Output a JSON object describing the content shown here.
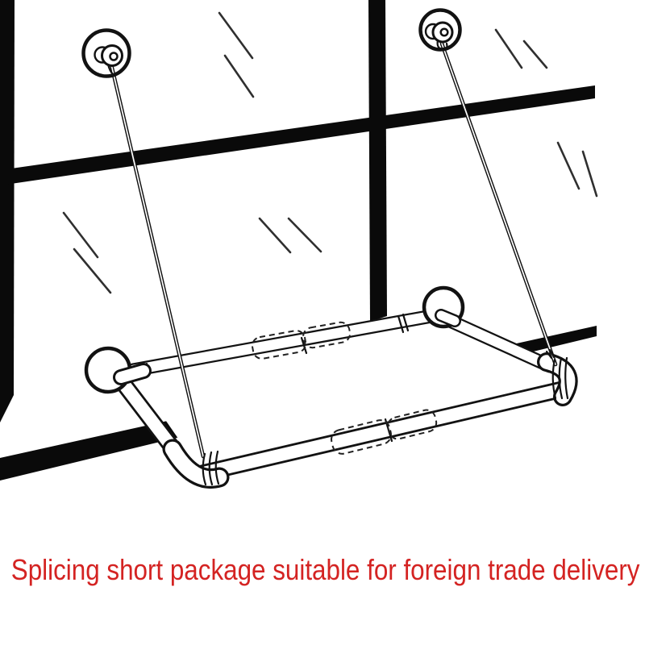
{
  "caption": {
    "text": "Splicing short package suitable for foreign trade delivery",
    "color": "#d42322"
  },
  "palette": {
    "background": "#ffffff",
    "window_bar_black": "#0a0a0a",
    "line_ink": "#121212",
    "glass_glare_gray": "#2f2f2f"
  },
  "illustration": {
    "subject": "window-mounted cat hammock hung by suction cups on a glass window",
    "parts": {
      "window_frame": "black window mullion bars in perspective",
      "suction_cups_top": "two round suction cups stuck to the glass",
      "hanging_wires": "two twisted wires from cups down to the frame corners",
      "hammock_frame": "rectangular tube frame with fabric, corner elbows, side suction cups",
      "sleeves": "dashed stitching sleeves on front and back rails"
    }
  }
}
